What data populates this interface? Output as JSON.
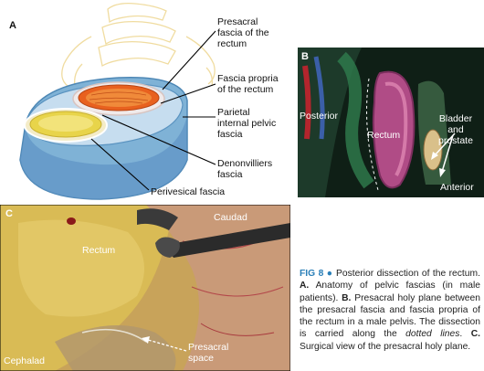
{
  "panel_a": {
    "letter": "A",
    "labels": {
      "presacral": [
        "Presacral",
        "fascia of the",
        "rectum"
      ],
      "propria": [
        "Fascia propria",
        "of the rectum"
      ],
      "parietal": [
        "Parietal",
        "internal pelvic",
        "fascia"
      ],
      "denon": [
        "Denonvilliers",
        "fascia"
      ],
      "perivesical": "Perivesical fascia"
    }
  },
  "panel_b": {
    "letter": "B",
    "labels": {
      "posterior": "Posterior",
      "rectum": "Rectum",
      "bladder": [
        "Bladder",
        "and",
        "prostate"
      ],
      "anterior": "Anterior"
    }
  },
  "panel_c": {
    "letter": "C",
    "labels": {
      "caudad": "Caudad",
      "rectum": "Rectum",
      "presacral": [
        "Presacral",
        "space"
      ],
      "cephalad": "Cephalad"
    }
  },
  "caption": {
    "fig": "FIG 8",
    "dot": "●",
    "t1": "Posterior dissection of the rectum.",
    "a": "A.",
    "t2": "Anatomy of pelvic fascias (in male patients).",
    "b": "B.",
    "t3": "Presacral holy plane between the presacral fascia and fascia propria of the rectum in a male pelvis. The dissection is carried along the",
    "dotted": "dotted lines",
    "t4": ".",
    "c": "C.",
    "t5": "Surgical view of the presacral holy plane."
  }
}
